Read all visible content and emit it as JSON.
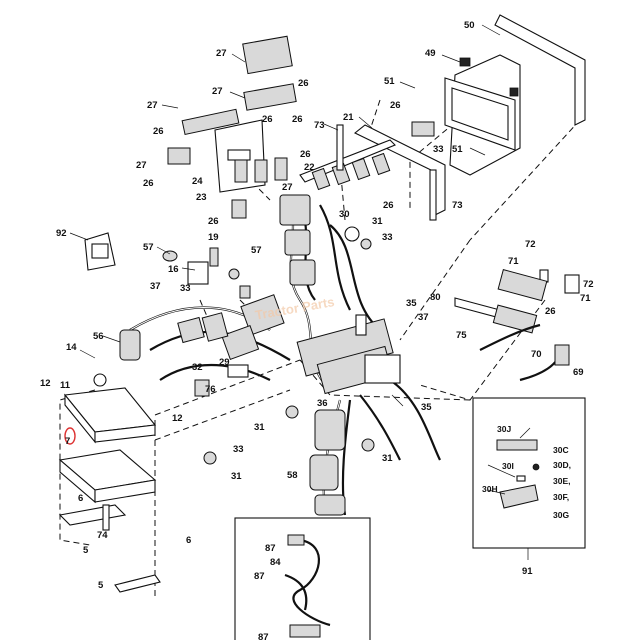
{
  "diagram": {
    "watermark": "Tractor Parts",
    "callouts": {
      "c50": "50",
      "c49": "49",
      "c51a": "51",
      "c51b": "51",
      "c27a": "27",
      "c27b": "27",
      "c27c": "27",
      "c27d": "27",
      "c27e": "27",
      "c26a": "26",
      "c26b": "26",
      "c26c": "26",
      "c26d": "26",
      "c26e": "26",
      "c26f": "26",
      "c26g": "26",
      "c26h": "26",
      "c26i": "26",
      "c26j": "26",
      "c21": "21",
      "c73a": "73",
      "c73b": "73",
      "c33a": "33",
      "c33b": "33",
      "c33c": "33",
      "c33d": "33",
      "c24": "24",
      "c23": "23",
      "c22": "22",
      "c92": "92",
      "c57a": "57",
      "c57b": "57",
      "c19": "19",
      "c16": "16",
      "c30": "30",
      "c31a": "31",
      "c31b": "31",
      "c31c": "31",
      "c31d": "31",
      "c37a": "37",
      "c37b": "37",
      "c72a": "72",
      "c72b": "72",
      "c71a": "71",
      "c71b": "71",
      "c80": "80",
      "c75": "75",
      "c70": "70",
      "c69": "69",
      "c35a": "35",
      "c35b": "35",
      "c56": "56",
      "c14": "14",
      "c32": "32",
      "c29": "29",
      "c76": "76",
      "c36": "36",
      "c12a": "12",
      "c12b": "12",
      "c11": "11",
      "c7": "7",
      "c6a": "6",
      "c6b": "6",
      "c5a": "5",
      "c5b": "5",
      "c74": "74",
      "c58": "58",
      "c87a": "87",
      "c87b": "87",
      "c87c": "87",
      "c84": "84",
      "c30J": "30J",
      "c30C": "30C",
      "c30D": "30D,",
      "c30I": "30I",
      "c30E": "30E,",
      "c30H": "30H",
      "c30F": "30F,",
      "c30G": "30G",
      "c91": "91"
    }
  }
}
